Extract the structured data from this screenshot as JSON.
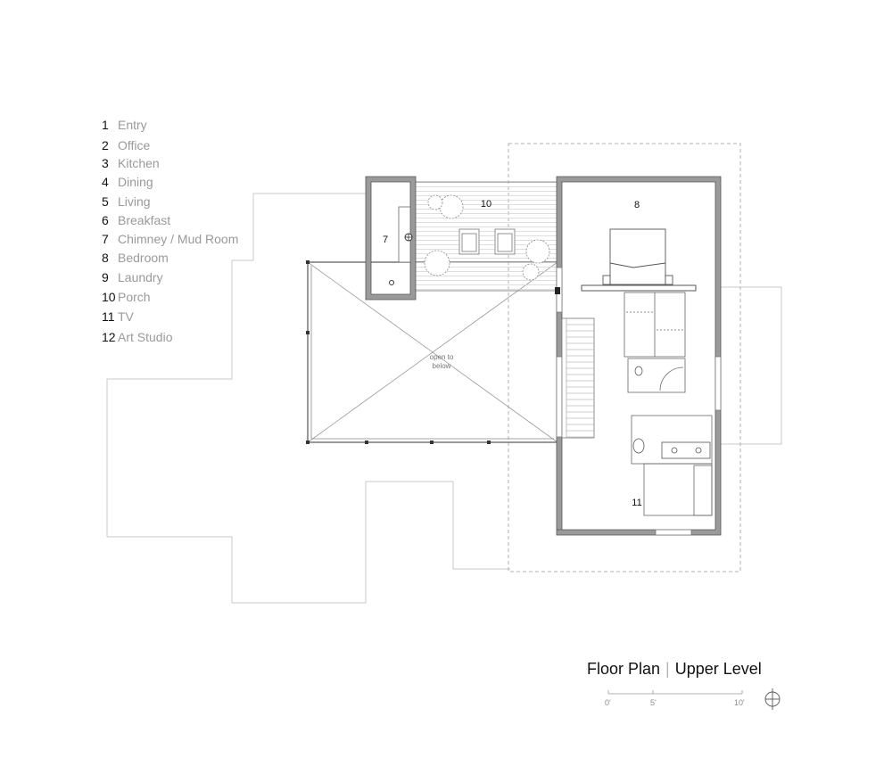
{
  "legend": [
    {
      "num": "1",
      "name": "Entry"
    },
    {
      "num": "2",
      "name": "Office"
    },
    {
      "num": "3",
      "name": "Kitchen"
    },
    {
      "num": "4",
      "name": "Dining"
    },
    {
      "num": "5",
      "name": "Living"
    },
    {
      "num": "6",
      "name": "Breakfast"
    },
    {
      "num": "7",
      "name": "Chimney / Mud Room"
    },
    {
      "num": "8",
      "name": "Bedroom"
    },
    {
      "num": "9",
      "name": "Laundry"
    },
    {
      "num": "10",
      "name": "Porch"
    },
    {
      "num": "11",
      "name": "TV"
    },
    {
      "num": "12",
      "name": "Art Studio"
    }
  ],
  "plan": {
    "room_labels": {
      "r7": "7",
      "r8": "8",
      "r10": "10",
      "r11": "11"
    },
    "open_note_line1": "open to",
    "open_note_line2": "below"
  },
  "title": {
    "main": "Floor Plan",
    "separator": "|",
    "sub": "Upper Level"
  },
  "scale": {
    "s0": "0'",
    "s5": "5'",
    "s10": "10'"
  }
}
